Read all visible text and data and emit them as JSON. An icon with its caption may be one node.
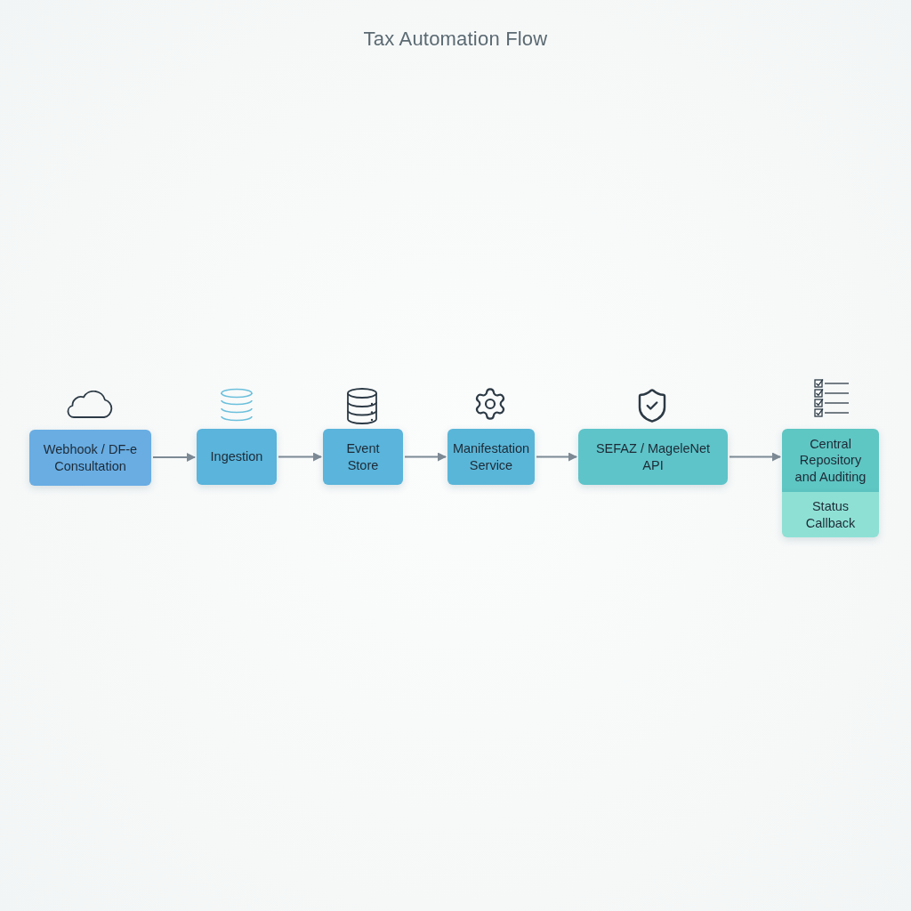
{
  "diagram": {
    "title": "Tax Automation Flow",
    "nodes": [
      {
        "text": [
          "Webhook / DF-e Consultation"
        ]
      },
      {
        "text": [
          "Ingestion"
        ]
      },
      {
        "text": [
          "Event Store"
        ]
      },
      {
        "text": [
          "Manifestation Service"
        ]
      },
      {
        "text": [
          "SEFAZ / MageleNet API"
        ]
      },
      {
        "text": [
          "Central Repository and Auditing"
        ]
      },
      {
        "text": [
          "Status Callback"
        ]
      }
    ],
    "edges": [
      {
        "from": 0,
        "to": 1,
        "arrow": "to"
      },
      {
        "from": 1,
        "to": 2,
        "arrow": "to"
      },
      {
        "from": 2,
        "to": 3,
        "arrow": "to"
      },
      {
        "from": 3,
        "to": 4,
        "arrow": "to"
      },
      {
        "from": 4,
        "to": 5,
        "arrow": "to"
      }
    ]
  }
}
